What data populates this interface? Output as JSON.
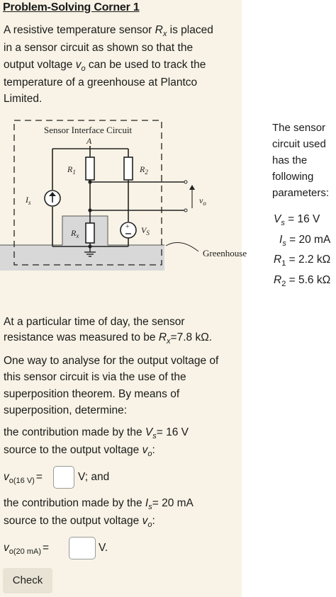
{
  "title": "Problem-Solving Corner 1",
  "intro": {
    "p1": "A resistive temperature sensor",
    "rx": "R",
    "rx_sub": "x",
    "p2": "is placed",
    "l2": "in a sensor circuit as shown so that the",
    "l3a": "output voltage",
    "vo": "v",
    "vo_sub": "o",
    "l3b": "can be used to track the",
    "l4": "temperature of a greenhouse at Plantco",
    "l5": "Limited."
  },
  "diagram": {
    "box_title": "Sensor Interface Circuit",
    "node_a": "A",
    "r1": "R",
    "r1_sub": "1",
    "r2": "R",
    "r2_sub": "2",
    "is": "I",
    "is_sub": "s",
    "rx": "R",
    "rx_sub": "x",
    "vs": "V",
    "vs_sub": "S",
    "vo": "v",
    "vo_sub": "o",
    "plus": "+",
    "greenhouse": "Greenhouse"
  },
  "params": {
    "intro": [
      "The sensor",
      "circuit used",
      "has the",
      "following",
      "parameters:"
    ],
    "vs_name": "V",
    "vs_sub": "s",
    "vs_val": "= 16 V",
    "is_name": "I",
    "is_sub": "s",
    "is_val": "= 20 mA",
    "r1_name": "R",
    "r1_sub": "1",
    "r1_val": "= 2.2 kΩ",
    "r2_name": "R",
    "r2_sub": "2",
    "r2_val": "= 5.6 kΩ"
  },
  "body": {
    "m1": "At a particular time of day, the sensor",
    "m2a": "resistance was measured to be",
    "m2_name": "R",
    "m2_sub": "x",
    "m2b": "=7.8 kΩ.",
    "s1": "One way to analyse for the output voltage of",
    "s2": "this sensor circuit is via the use of the",
    "s3": "superposition theorem. By means of",
    "s4": "superposition, determine:",
    "q1a": "the contribution made by the",
    "q1_name": "V",
    "q1_sub": "s",
    "q1b": "= 16 V",
    "q1c": "source to the output voltage",
    "q1_vo": "v",
    "q1_vo_sub": "o",
    "q1_colon": ":",
    "a1_name": "v",
    "a1_sub": "o(16 V)",
    "a1_eq": "=",
    "a1_after": "V; and",
    "q2a": "the contribution made by the",
    "q2_name": "I",
    "q2_sub": "s",
    "q2b": "= 20 mA",
    "q2c": "source to the output voltage",
    "q2_vo": "v",
    "q2_vo_sub": "o",
    "q2_colon": ":",
    "a2_name": "v",
    "a2_sub": "o(20 mA)",
    "a2_eq": "=",
    "a2_after": "V."
  },
  "check_label": "Check"
}
